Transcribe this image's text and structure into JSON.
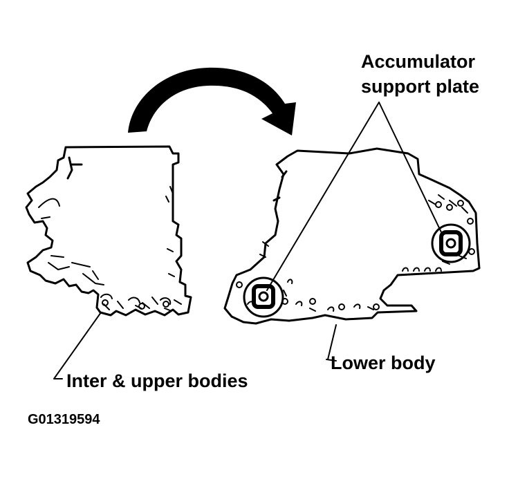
{
  "labels": {
    "accumulator_line1": "Accumulator",
    "accumulator_line2": "support plate",
    "inter_upper": "Inter & upper bodies",
    "lower": "Lower body",
    "figure_id": "G01319594"
  },
  "colors": {
    "ink": "#000000",
    "paper": "#ffffff"
  }
}
